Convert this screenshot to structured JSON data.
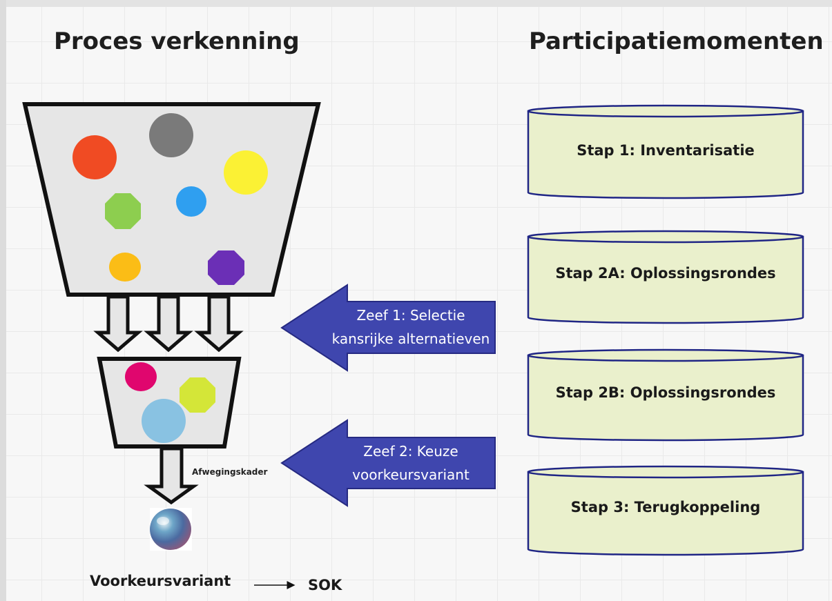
{
  "headings": {
    "left": "Proces verkenning",
    "right": "Participatiemomenten"
  },
  "steps": [
    "Stap 1: Inventarisatie",
    "Stap 2A: Oplossingsrondes",
    "Stap 2B: Oplossingsrondes",
    "Stap 3: Terugkoppeling"
  ],
  "sieves": [
    {
      "line1": "Zeef 1: Selectie",
      "line2": "kansrijke alternatieven"
    },
    {
      "line1": "Zeef 2: Keuze",
      "line2": "voorkeursvariant"
    }
  ],
  "funnel_label": "Afwegingskader",
  "bottom": {
    "result": "Voorkeursvariant",
    "target": "SOK"
  },
  "colors": {
    "arrow_fill": "#3f46ae",
    "arrow_stroke": "#262a82",
    "cylinder_fill": "#eaf0cc",
    "cylinder_stroke": "#1f2585",
    "funnel_fill": "#e6e6e6",
    "funnel_stroke": "#111111",
    "red": "#f04b23",
    "grey": "#7a7a7a",
    "yellow": "#fbf134",
    "green": "#8dce4f",
    "blue": "#2f9ff0",
    "orange": "#fbbd16",
    "purple": "#6b2fb6",
    "magenta": "#e0066e",
    "lime": "#d4e638",
    "light_blue": "#89c2e2"
  }
}
